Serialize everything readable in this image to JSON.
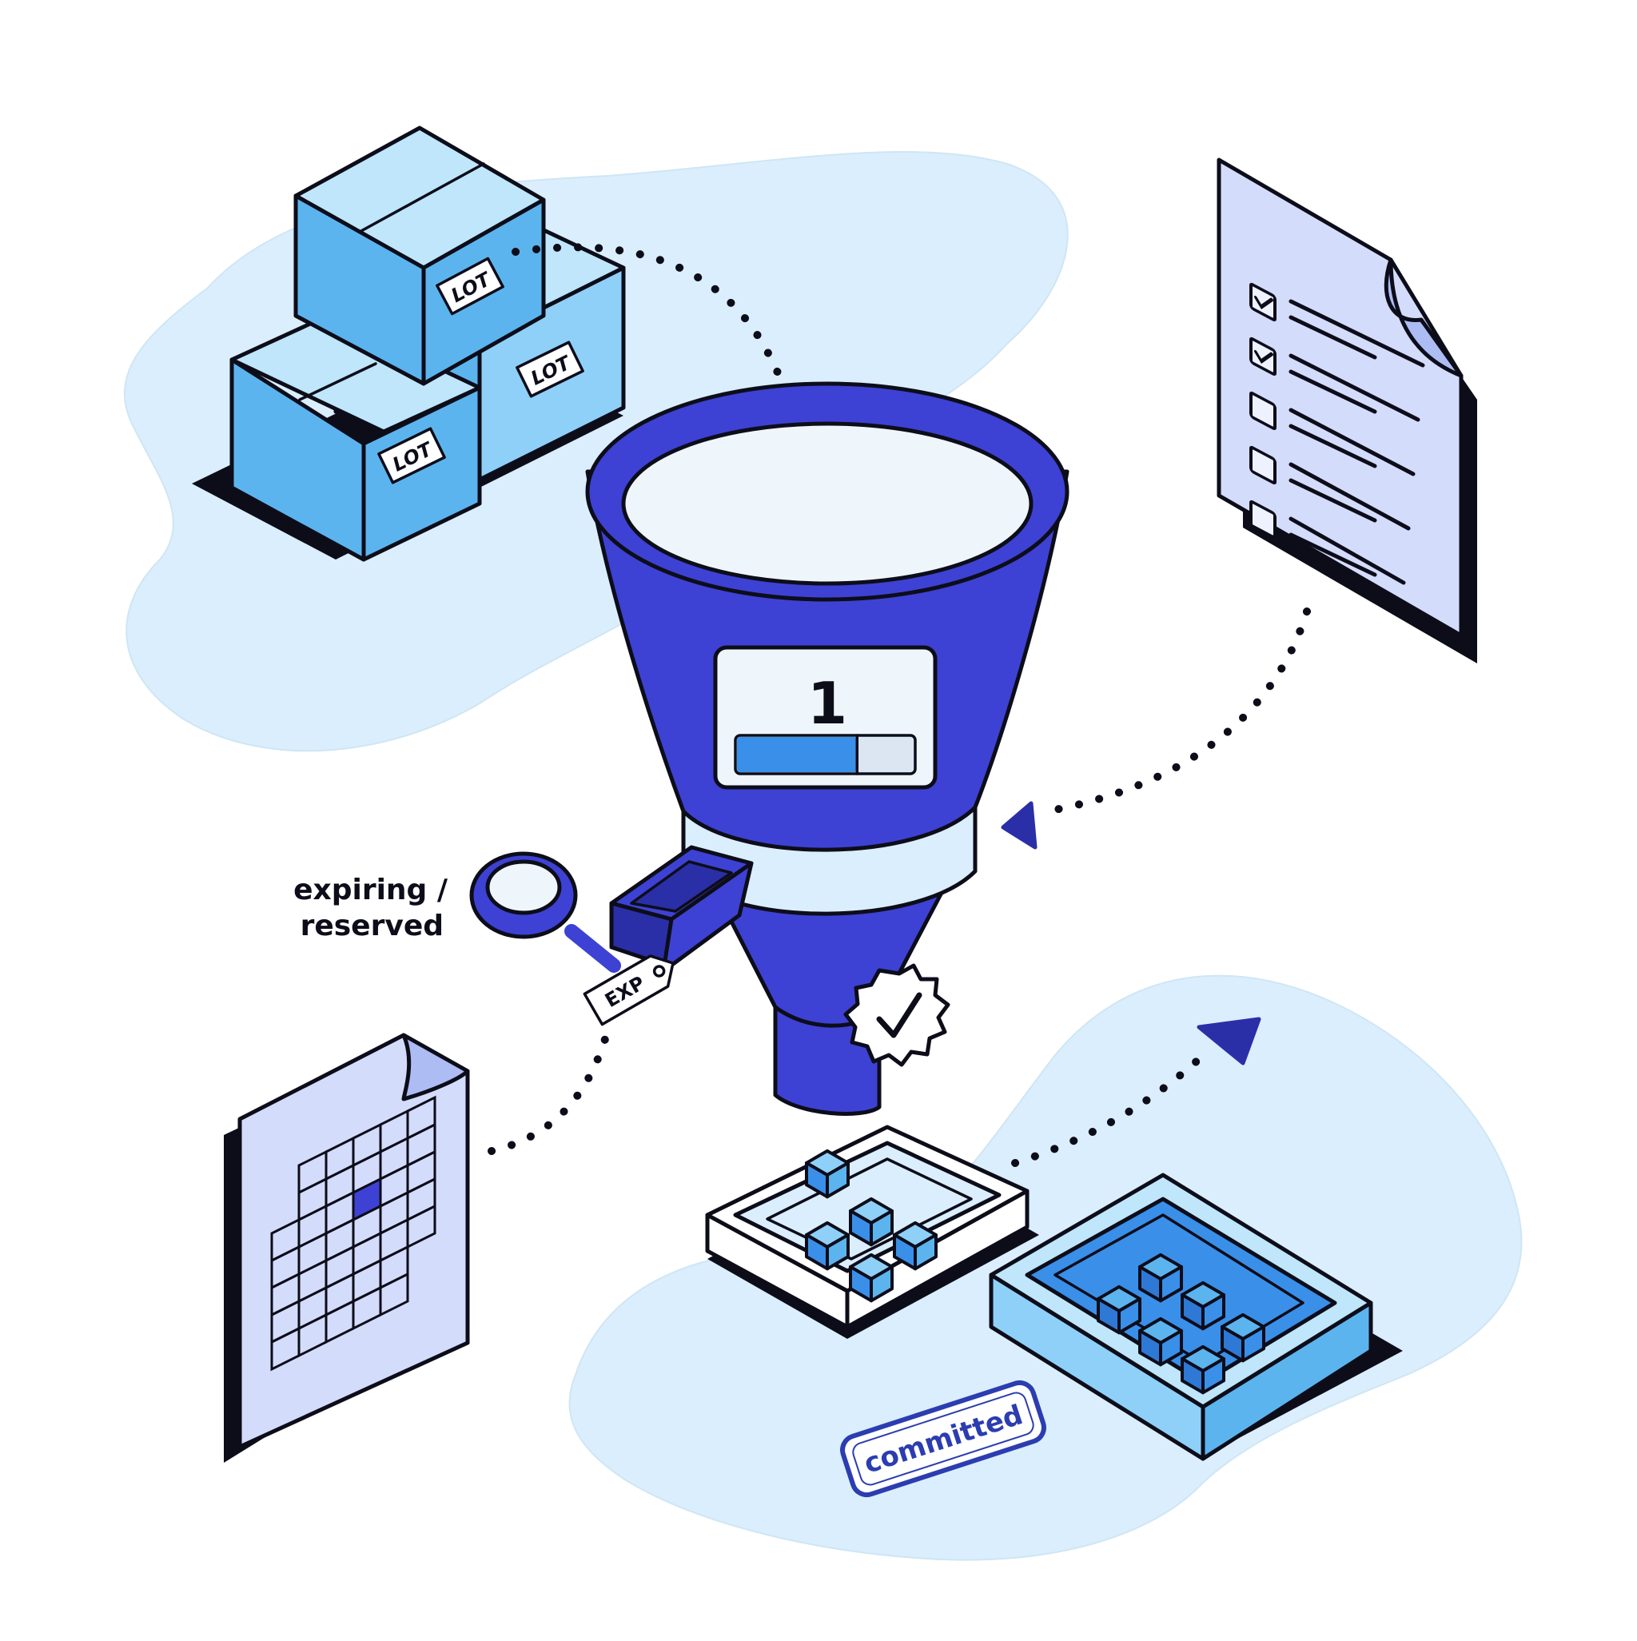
{
  "colors": {
    "blob": "#dbeefd",
    "blob_edge": "#cfe6f3",
    "indigo": "#3d42d4",
    "indigo_dark": "#2a2fa8",
    "sky": "#5cb4ef",
    "sky_light": "#8fd0f8",
    "sky_pale": "#bfe6fb",
    "paper": "#d4dcfb",
    "paper_fold": "#aebcf4",
    "ink": "#0d0d1a",
    "bar_fill": "#3a8fe8",
    "badge_text": "#2b3db0"
  },
  "labels": {
    "lot": "LOT",
    "exp": "EXP",
    "counter": "1",
    "expiring_line1": "expiring /",
    "expiring_line2": "reserved",
    "committed": "committed"
  },
  "counter_progress": 0.68,
  "checklist": {
    "checked": [
      true,
      true,
      false,
      false,
      false
    ]
  },
  "calendar": {
    "highlight": [
      2,
      3
    ]
  }
}
